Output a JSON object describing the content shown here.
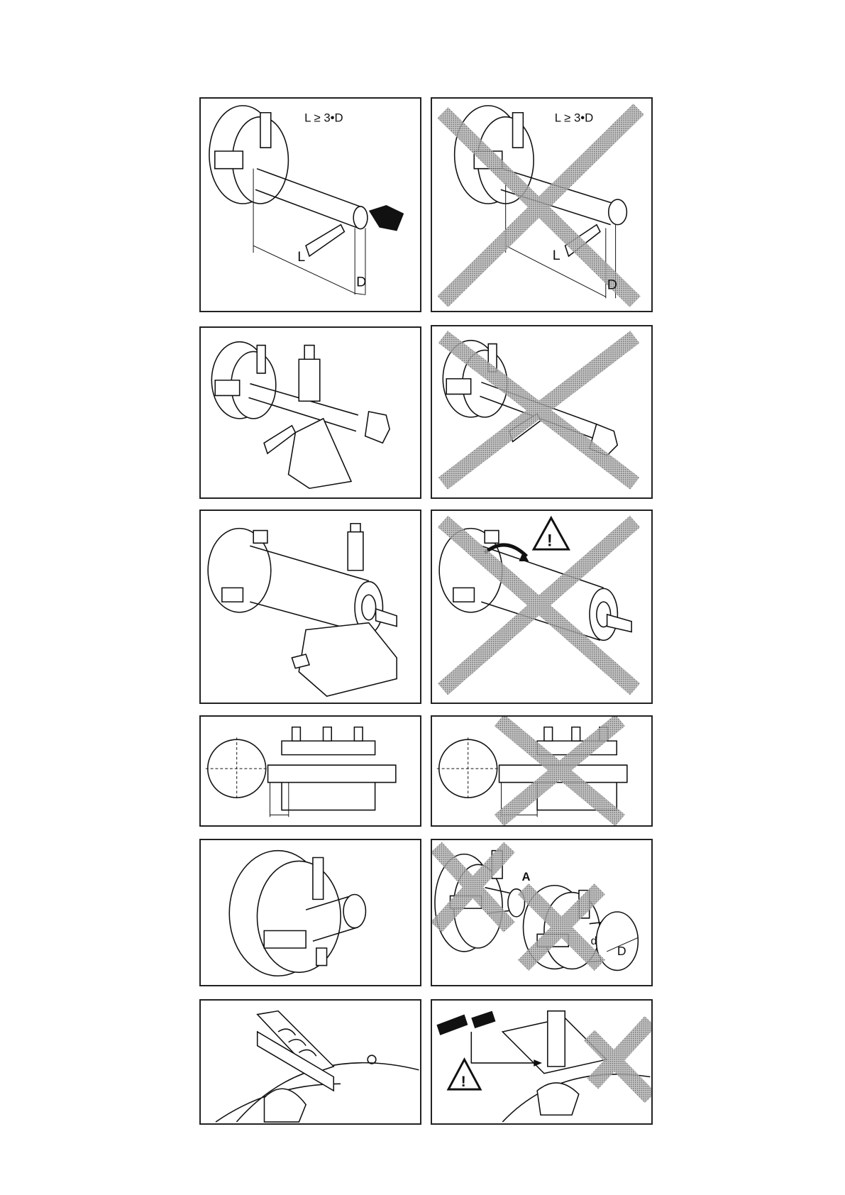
{
  "panels": {
    "row1": {
      "formula_left": "L ≥ 3•D",
      "formula_right": "L ≥ 3•D",
      "length_label": "L",
      "diameter_label": "D"
    },
    "row5": {
      "variant_label": "A",
      "small_diameter_label": "d",
      "large_diameter_label": "D"
    },
    "warning_icon": "warning-triangle-icon",
    "colors": {
      "line": "#111111",
      "cross_hatch": "#888888"
    }
  }
}
